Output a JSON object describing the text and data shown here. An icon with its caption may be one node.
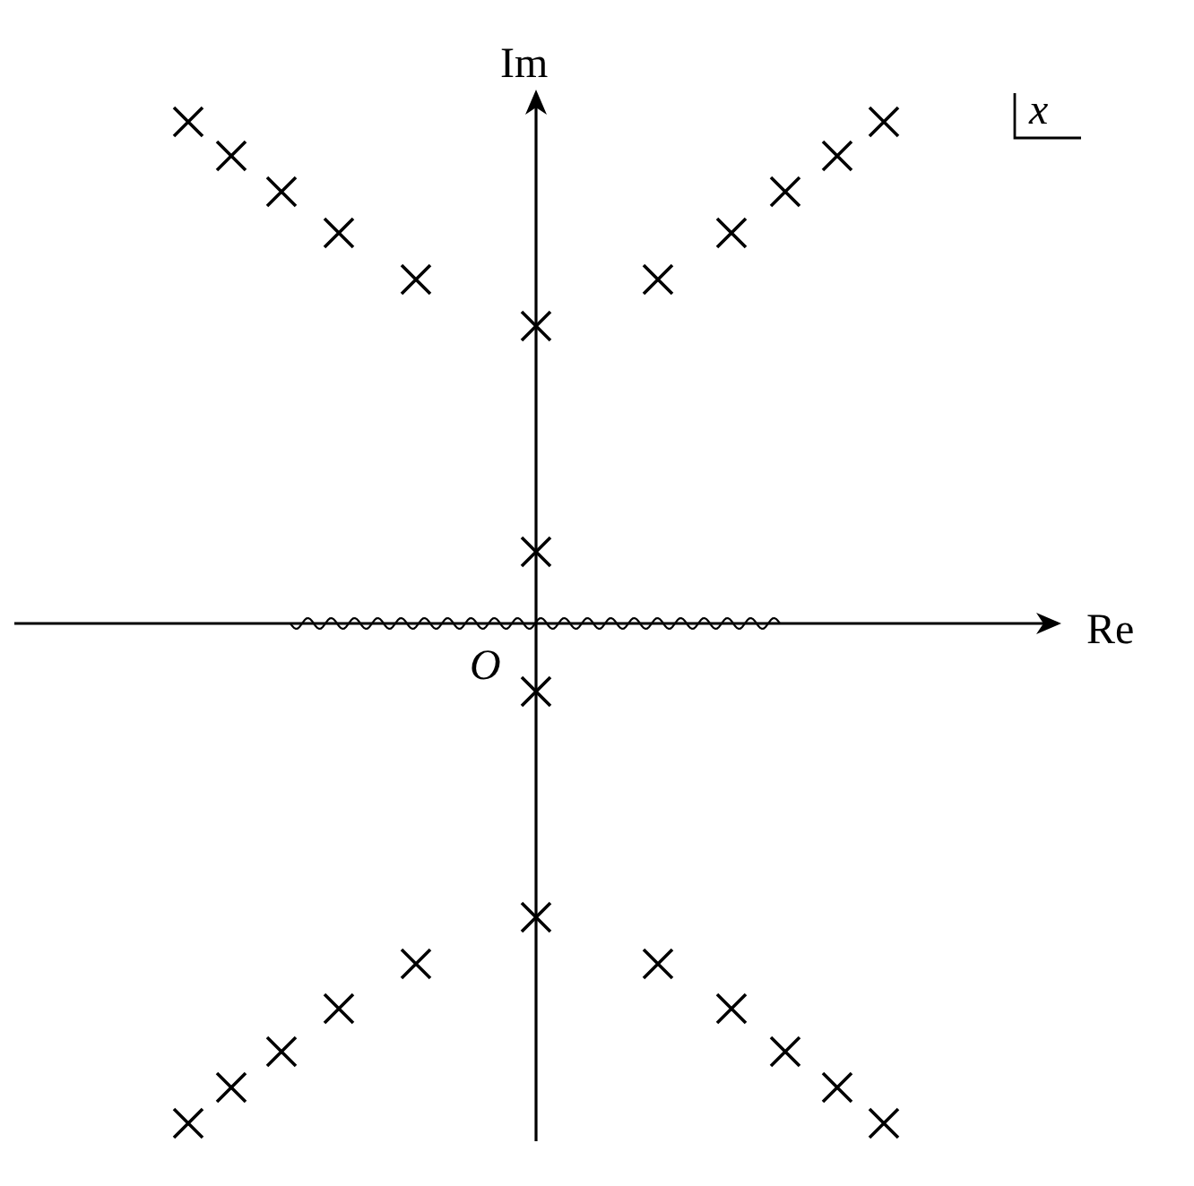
{
  "diagram": {
    "labels": [
      "Im",
      "x",
      "Re",
      "O"
    ]
  }
}
